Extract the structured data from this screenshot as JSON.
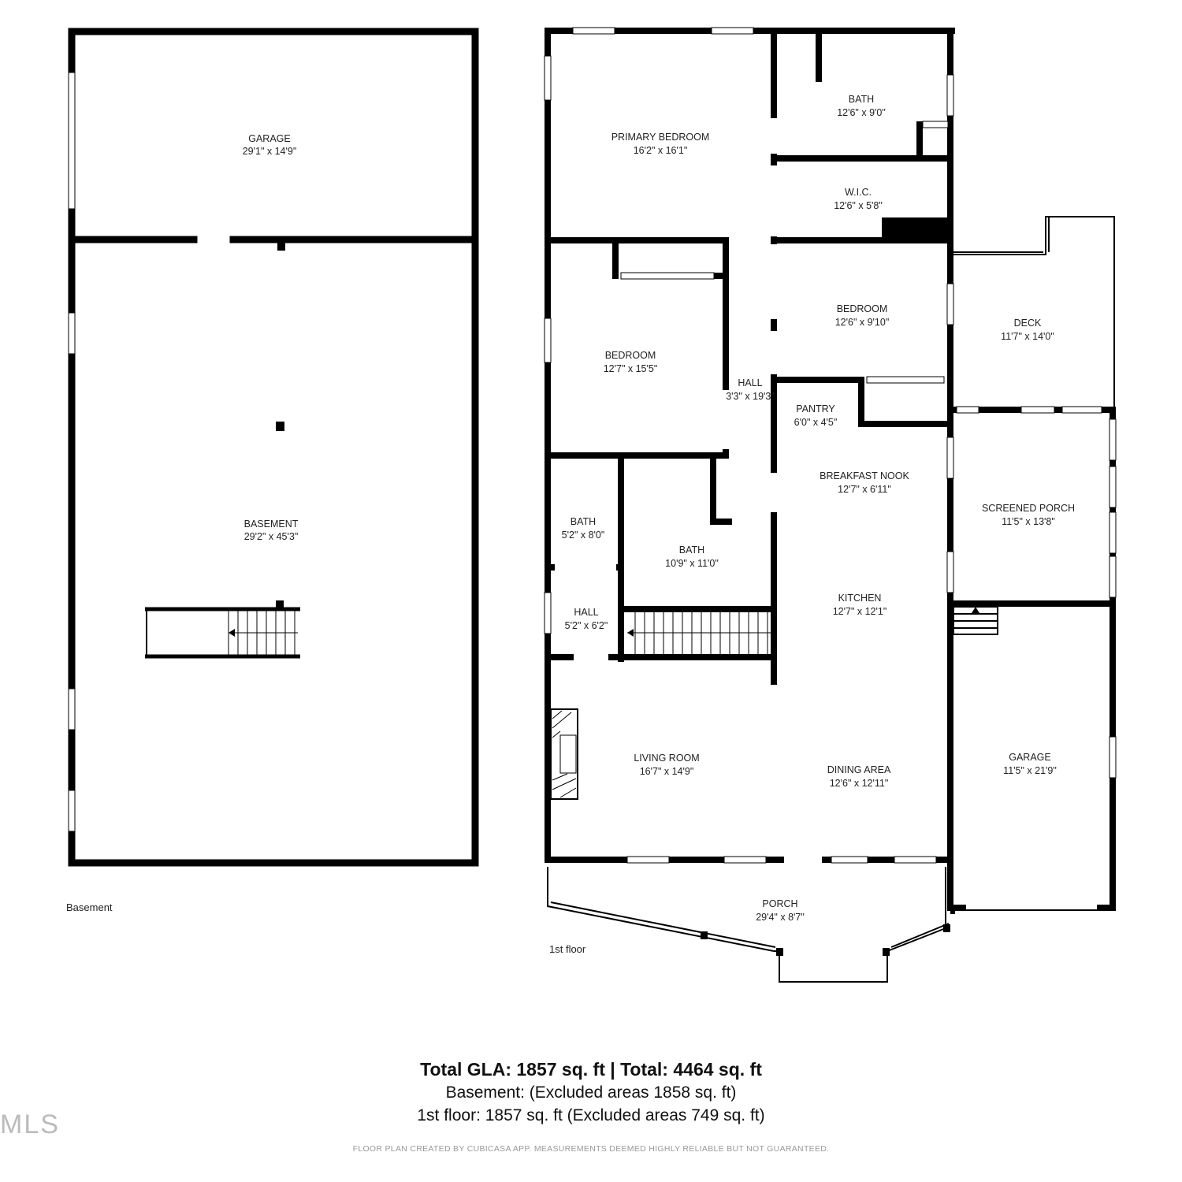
{
  "basement": {
    "floor_label": "Basement",
    "rooms": {
      "garage": {
        "name": "GARAGE",
        "dims": "29'1\" x 14'9\""
      },
      "basement": {
        "name": "BASEMENT",
        "dims": "29'2\" x 45'3\""
      }
    }
  },
  "first_floor": {
    "floor_label": "1st floor",
    "rooms": {
      "primary_bedroom": {
        "name": "PRIMARY BEDROOM",
        "dims": "16'2\" x 16'1\""
      },
      "bath_primary": {
        "name": "BATH",
        "dims": "12'6\" x 9'0\""
      },
      "wic": {
        "name": "W.I.C.",
        "dims": "12'6\" x 5'8\""
      },
      "bedroom_right": {
        "name": "BEDROOM",
        "dims": "12'6\" x 9'10\""
      },
      "bedroom_left": {
        "name": "BEDROOM",
        "dims": "12'7\" x 15'5\""
      },
      "hall_center": {
        "name": "HALL",
        "dims": "3'3\" x 19'3\""
      },
      "pantry": {
        "name": "PANTRY",
        "dims": "6'0\" x 4'5\""
      },
      "deck": {
        "name": "DECK",
        "dims": "11'7\" x 14'0\""
      },
      "breakfast_nook": {
        "name": "BREAKFAST NOOK",
        "dims": "12'7\" x 6'11\""
      },
      "screened_porch": {
        "name": "SCREENED PORCH",
        "dims": "11'5\" x 13'8\""
      },
      "bath_small": {
        "name": "BATH",
        "dims": "5'2\" x 8'0\""
      },
      "bath_mid": {
        "name": "BATH",
        "dims": "10'9\" x 11'0\""
      },
      "hall_small": {
        "name": "HALL",
        "dims": "5'2\" x 6'2\""
      },
      "kitchen": {
        "name": "KITCHEN",
        "dims": "12'7\" x 12'1\""
      },
      "living_room": {
        "name": "LIVING ROOM",
        "dims": "16'7\" x 14'9\""
      },
      "dining_area": {
        "name": "DINING AREA",
        "dims": "12'6\" x 12'11\""
      },
      "garage": {
        "name": "GARAGE",
        "dims": "11'5\" x 21'9\""
      },
      "porch": {
        "name": "PORCH",
        "dims": "29'4\" x 8'7\""
      }
    }
  },
  "totals": {
    "main": "Total GLA: 1857 sq. ft | Total: 4464 sq. ft",
    "basement": "Basement: (Excluded areas 1858 sq. ft)",
    "first_floor": "1st floor: 1857 sq. ft (Excluded areas 749 sq. ft)"
  },
  "disclaimer": "FLOOR PLAN CREATED BY CUBICASA APP. MEASUREMENTS DEEMED HIGHLY RELIABLE BUT NOT GUARANTEED.",
  "watermark": "MLS",
  "colors": {
    "wall": "#000000",
    "window": "#ffffff",
    "text": "#222222",
    "disclaimer": "#999999"
  }
}
